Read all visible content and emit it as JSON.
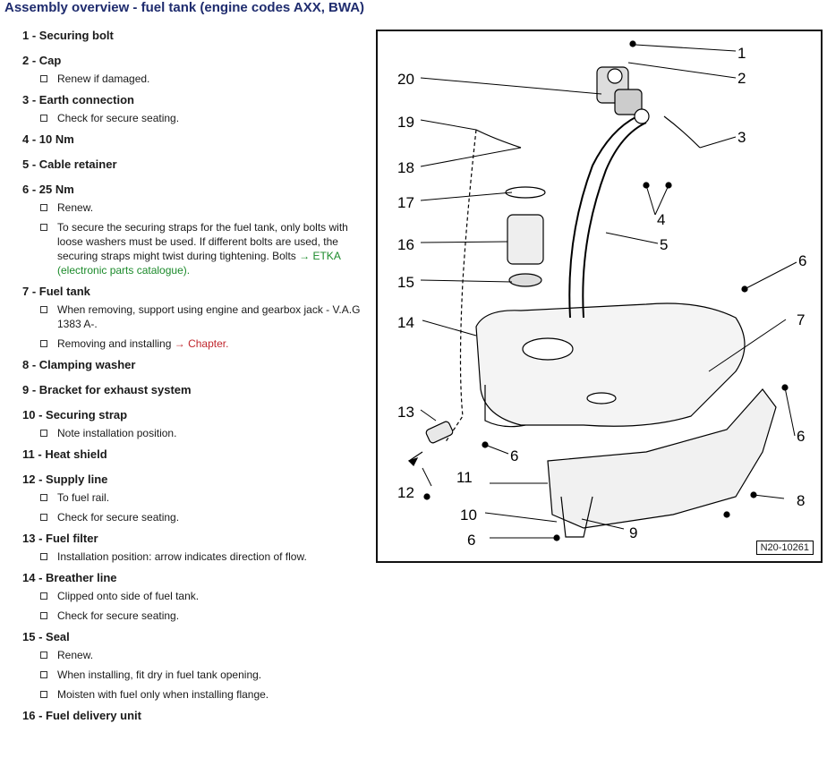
{
  "title": "Assembly overview - fuel tank (engine codes AXX, BWA)",
  "items": [
    {
      "num": "1",
      "label": "Securing bolt",
      "subs": []
    },
    {
      "num": "2",
      "label": "Cap",
      "subs": [
        "Renew if damaged."
      ]
    },
    {
      "num": "3",
      "label": "Earth connection",
      "subs": [
        "Check for secure seating."
      ]
    },
    {
      "num": "4",
      "label": "10 Nm",
      "subs": []
    },
    {
      "num": "5",
      "label": "Cable retainer",
      "subs": []
    },
    {
      "num": "6",
      "label": "25 Nm",
      "subs": [
        "Renew.",
        "To secure the securing straps for the fuel tank, only bolts with loose washers must be used. If different bolts are used, the securing straps might twist during tightening. Bolts "
      ],
      "link6": "→ ETKA (electronic parts catalogue)."
    },
    {
      "num": "7",
      "label": "Fuel tank",
      "subs": [
        "When removing, support using engine and gearbox jack - V.A.G 1383 A-.",
        "Removing and installing "
      ],
      "link7": "→ Chapter."
    },
    {
      "num": "8",
      "label": "Clamping washer",
      "subs": []
    },
    {
      "num": "9",
      "label": "Bracket for exhaust system",
      "subs": []
    },
    {
      "num": "10",
      "label": "Securing strap",
      "subs": [
        "Note installation position."
      ]
    },
    {
      "num": "11",
      "label": "Heat shield",
      "subs": []
    },
    {
      "num": "12",
      "label": "Supply line",
      "subs": [
        "To fuel rail.",
        "Check for secure seating."
      ]
    },
    {
      "num": "13",
      "label": "Fuel filter",
      "subs": [
        "Installation position: arrow indicates direction of flow."
      ]
    },
    {
      "num": "14",
      "label": "Breather line",
      "subs": [
        "Clipped onto side of fuel tank.",
        "Check for secure seating."
      ]
    },
    {
      "num": "15",
      "label": "Seal",
      "subs": [
        "Renew.",
        "When installing, fit dry in fuel tank opening.",
        "Moisten with fuel only when installing flange."
      ]
    },
    {
      "num": "16",
      "label": "Fuel delivery unit",
      "subs": []
    }
  ],
  "figure": {
    "id": "N20-10261",
    "callouts": [
      "1",
      "2",
      "3",
      "4",
      "5",
      "6",
      "7",
      "6",
      "8",
      "9",
      "6",
      "10",
      "11",
      "12",
      "13",
      "14",
      "15",
      "16",
      "17",
      "18",
      "19",
      "20",
      "6"
    ]
  }
}
